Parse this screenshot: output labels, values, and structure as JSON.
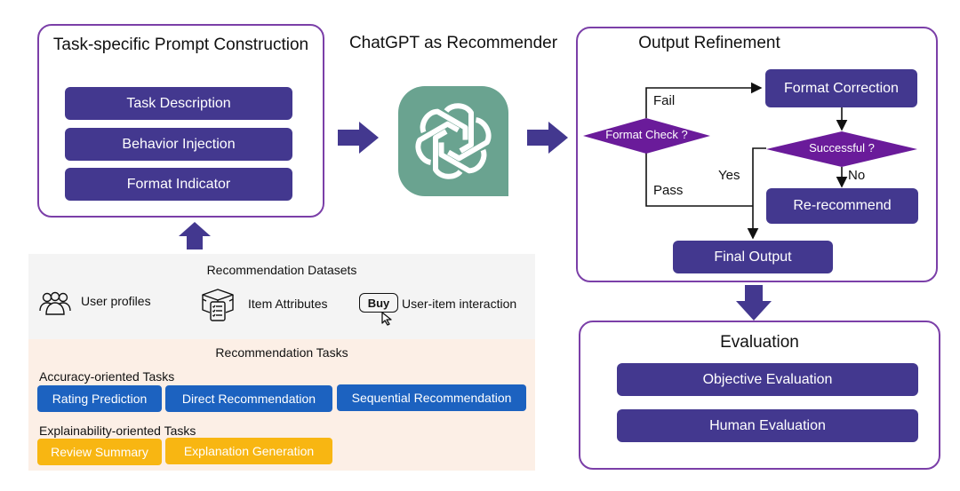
{
  "prompt_construction": {
    "title": "Task-specific Prompt Construction",
    "items": [
      {
        "label": "Task Description"
      },
      {
        "label": "Behavior Injection"
      },
      {
        "label": "Format Indicator"
      }
    ]
  },
  "recommender": {
    "title": "ChatGPT as Recommender",
    "logo_icon": "openai-logo-icon"
  },
  "output_refinement": {
    "title": "Output Refinement",
    "format_check": "Format Check ?",
    "format_correction": "Format Correction",
    "successful": "Successful ?",
    "re_recommend": "Re-recommend",
    "final_output": "Final Output",
    "labels": {
      "fail": "Fail",
      "pass": "Pass",
      "yes": "Yes",
      "no": "No"
    }
  },
  "evaluation": {
    "title": "Evaluation",
    "items": [
      {
        "label": "Objective Evaluation"
      },
      {
        "label": "Human Evaluation"
      }
    ]
  },
  "datasets": {
    "title": "Recommendation Datasets",
    "items": [
      {
        "label": "User profiles",
        "icon": "users-icon"
      },
      {
        "label": "Item Attributes",
        "icon": "box-list-icon"
      },
      {
        "label": "User-item interaction",
        "icon": "buy-click-icon",
        "badge": "Buy"
      }
    ]
  },
  "tasks": {
    "title": "Recommendation Tasks",
    "accuracy": {
      "title": "Accuracy-oriented Tasks",
      "items": [
        {
          "label": "Rating Prediction"
        },
        {
          "label": "Direct Recommendation"
        },
        {
          "label": "Sequential Recommendation"
        }
      ]
    },
    "explainability": {
      "title": "Explainability-oriented Tasks",
      "items": [
        {
          "label": "Review Summary"
        },
        {
          "label": "Explanation Generation"
        }
      ]
    }
  },
  "colors": {
    "panel_border": "#7b3fa8",
    "box_fill": "#43388f",
    "diamond_fill": "#6a1b9a",
    "arrow_fill": "#43388f",
    "accuracy_fill": "#1c62c0",
    "explainability_fill": "#f8b612",
    "datasets_bg": "#f4f4f4",
    "tasks_bg": "#fcefe6",
    "logo_bg": "#6aa390"
  }
}
